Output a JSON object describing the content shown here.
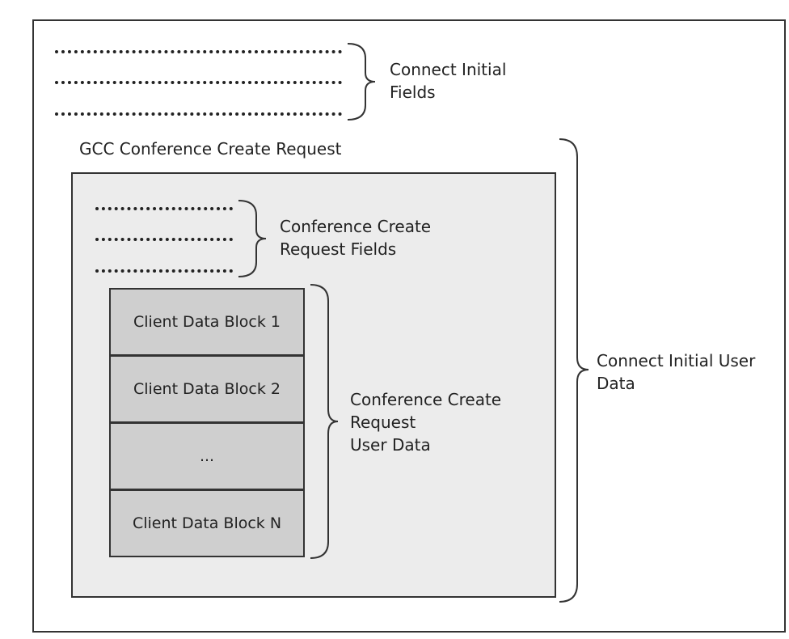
{
  "connect_initial": {
    "fields_label_line1": "Connect Initial",
    "fields_label_line2": "Fields",
    "user_data_label_line1": "Connect Initial User",
    "user_data_label_line2": "Data"
  },
  "gcc": {
    "title": "GCC Conference Create Request",
    "fields_label_line1": "Conference Create",
    "fields_label_line2": "Request Fields",
    "user_data_label_line1": "Conference Create",
    "user_data_label_line2": "Request",
    "user_data_label_line3": "User Data"
  },
  "client_blocks": [
    "Client Data Block 1",
    "Client Data Block 2",
    "...",
    "Client Data Block N"
  ]
}
